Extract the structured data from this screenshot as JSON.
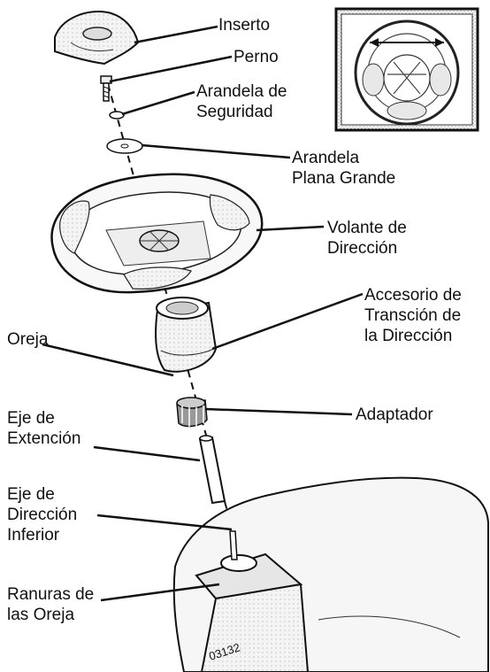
{
  "diagram": {
    "labels": {
      "inserto": "Inserto",
      "perno": "Perno",
      "arandela_seguridad": "Arandela de\nSeguridad",
      "arandela_plana": "Arandela\nPlana Grande",
      "volante": "Volante de\nDirección",
      "accesorio": "Accesorio de\nTransción de\nla Dirección",
      "oreja": "Oreja",
      "adaptador": "Adaptador",
      "eje_extension": "Eje de\nExtención",
      "eje_direccion": "Eje de\nDirección\nInferior",
      "ranuras": "Ranuras de\nlas Oreja"
    },
    "part_number": "03132"
  }
}
